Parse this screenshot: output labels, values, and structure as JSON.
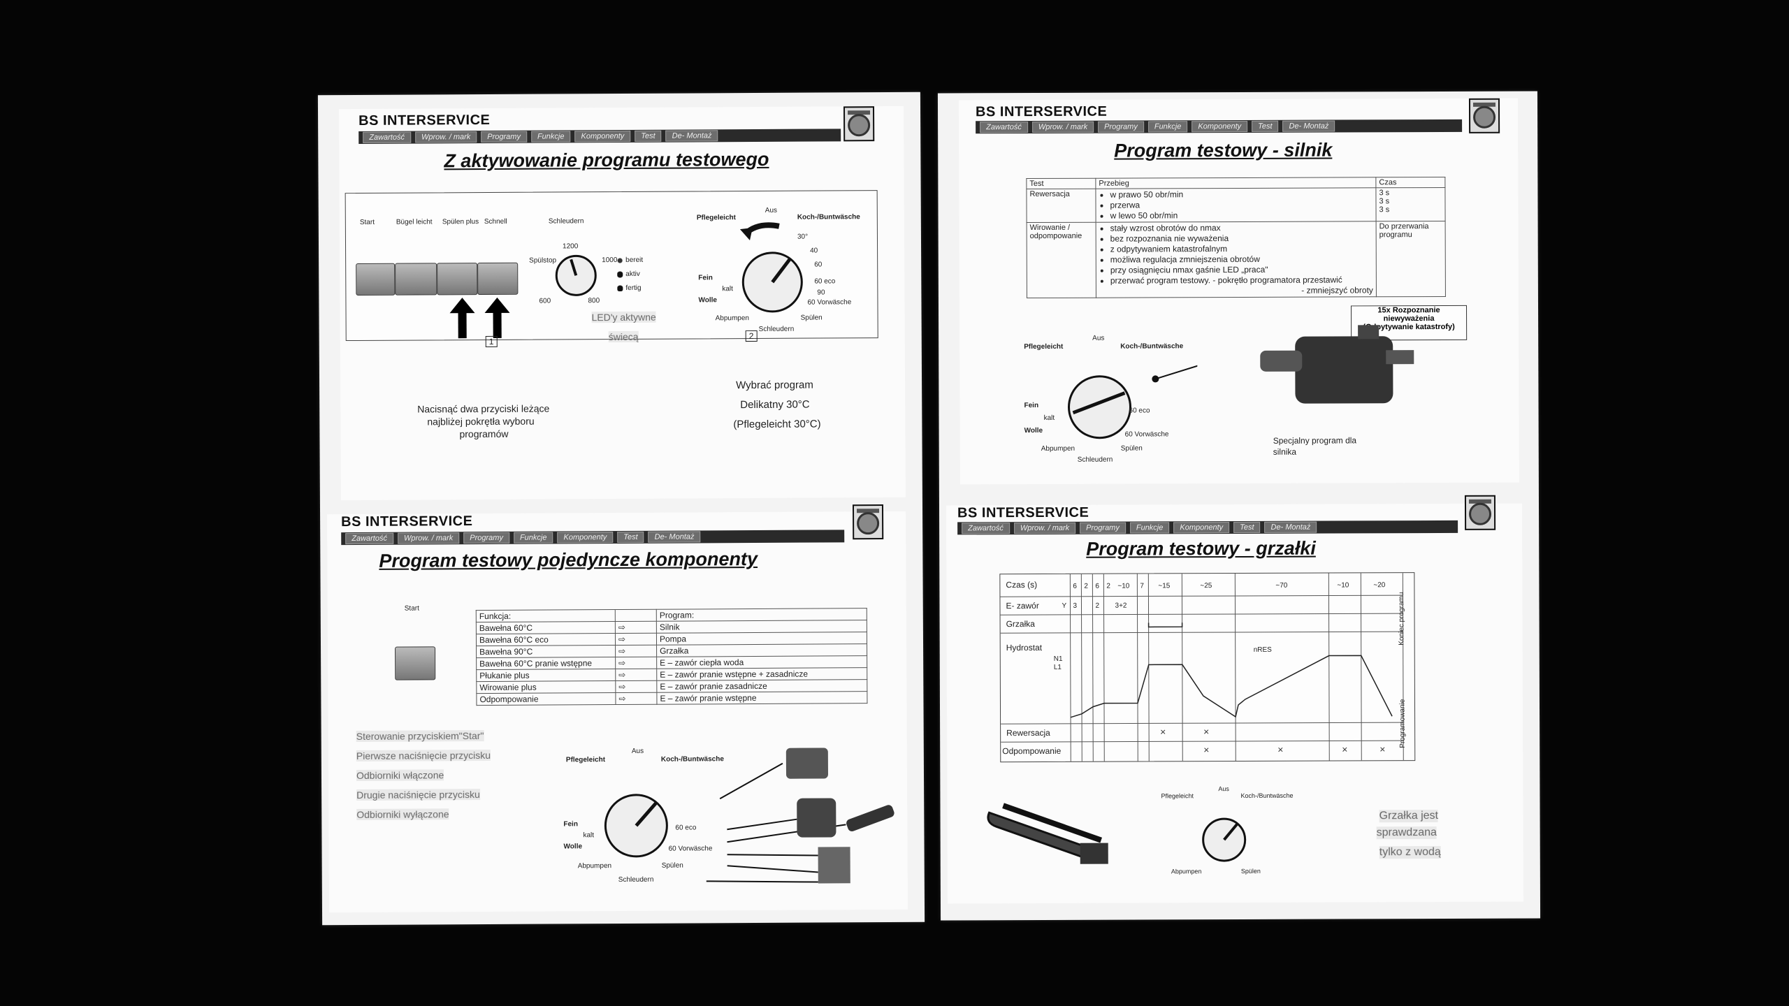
{
  "brand": "BS INTERSERVICE",
  "nav_tabs": [
    "Zawartość",
    "Wprow. / mark",
    "Programy",
    "Funkcje",
    "Komponenty",
    "Test",
    "De- Montaż"
  ],
  "slides": {
    "activate": {
      "title": "Z aktywowanie programu testowego",
      "button_labels": [
        "Start",
        "Bügel leicht",
        "Spülen plus",
        "Schnell"
      ],
      "spin_label": "Schleudern",
      "spin_values": [
        "1200",
        "1000",
        "800",
        "600",
        "Spülstop"
      ],
      "led_labels": [
        "bereit",
        "aktiv",
        "fertig"
      ],
      "dial_labels": [
        "Pflegeleicht",
        "Aus",
        "Koch-/Buntwäsche",
        "Fein",
        "kalt",
        "Wolle",
        "Abpumpen",
        "Schleudern",
        "Spülen",
        "60 eco",
        "60 Vorwäsche",
        "30°",
        "40",
        "60",
        "90"
      ],
      "step1": "1",
      "step2": "2",
      "led_note": [
        "LED'y aktywne",
        "świecą"
      ],
      "left_caption": [
        "Nacisnąć dwa przyciski leżące",
        "najbliżej pokrętła wyboru",
        "programów"
      ],
      "right_caption": [
        "Wybrać program",
        "Delikatny 30°C",
        "(Pflegeleicht 30°C)"
      ]
    },
    "motor": {
      "title": "Program testowy - silnik",
      "table_headers": [
        "Test",
        "Przebieg",
        "Czas"
      ],
      "rows": [
        {
          "test": "Rewersacja",
          "items": [
            "w prawo 50 obr/min",
            "przerwa",
            "w lewo 50 obr/min"
          ],
          "time": [
            "3 s",
            "3 s",
            "3 s"
          ]
        },
        {
          "test": "Wirowanie / odpompowanie",
          "items": [
            "stały wzrost obrotów do nmax",
            "bez rozpoznania nie wyważenia",
            "z odpytywaniem katastrofalnym",
            "możliwa regulacja zmniejszenia obrotów",
            "przy osiągnięciu nmax gaśnie LED „praca\"",
            "przerwać program testowy. - pokrętło programatora przestawić",
            "- zmniejszyć obroty"
          ],
          "time": [
            "Do przerwania programu"
          ]
        }
      ],
      "callout": [
        "15x Rozpoznanie",
        "niewyważenia",
        "(Odpytywanie katastrofy)"
      ],
      "caption": [
        "Specjalny program dla",
        "silnika"
      ]
    },
    "components": {
      "title": "Program testowy pojedyncze komponenty",
      "start_label": "Start",
      "headers": [
        "Funkcja:",
        "Program:"
      ],
      "rows": [
        [
          "Bawełna 60°C",
          "Silnik"
        ],
        [
          "Bawełna 60°C eco",
          "Pompa"
        ],
        [
          "Bawełna 90°C",
          "Grzałka"
        ],
        [
          "Bawełna 60°C pranie wstępne",
          "E – zawór ciepła woda"
        ],
        [
          "Płukanie plus",
          "E – zawór pranie wstępne + zasadnicze"
        ],
        [
          "Wirowanie plus",
          "E – zawór pranie zasadnicze"
        ],
        [
          "Odpompowanie",
          "E – zawór pranie wstępne"
        ]
      ],
      "steps": [
        "Sterowanie przyciskiem\"Star\"",
        "Pierwsze naciśnięcie przycisku",
        "Odbiorniki włączone",
        "Drugie naciśnięcie przycisku",
        "Odbiorniki wyłączone"
      ]
    },
    "heater": {
      "title": "Program testowy - grzałki",
      "row_labels": [
        "Czas (s)",
        "E- zawór",
        "Grzałka",
        "Hydrostat",
        "Rewersacja",
        "Odpompowanie"
      ],
      "time_values": [
        "6",
        "2",
        "6",
        "2",
        "~10",
        "7",
        "~15",
        "~25",
        "~70",
        "~10",
        "~20"
      ],
      "valve_values": [
        "Y",
        "3",
        "2",
        "3+2"
      ],
      "hydro_labels": [
        "N1",
        "L1",
        "nRES"
      ],
      "side_labels": [
        "Koniec programu",
        "Programowanie"
      ],
      "mark": "×",
      "caption": [
        "Grzałka jest",
        "sprawdzana",
        "tylko z wodą"
      ]
    }
  },
  "colors": {
    "background": "#050505",
    "paper": "#f3f3f3",
    "nav": "#2a2a2a"
  }
}
